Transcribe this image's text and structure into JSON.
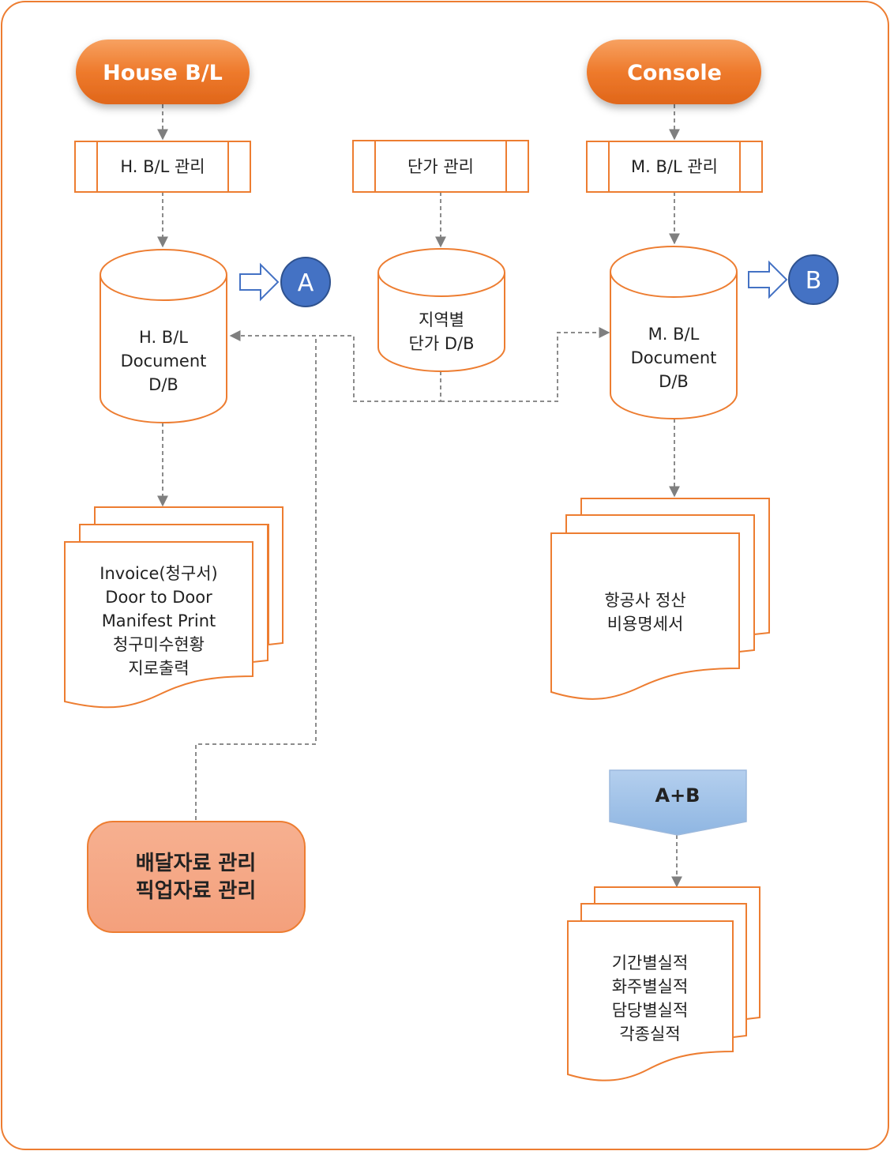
{
  "start_nodes": {
    "house_bl": "House B/L",
    "console": "Console"
  },
  "processes": {
    "hbl_manage": "H. B/L 관리",
    "rate_manage": "단가 관리",
    "mbl_manage": "M. B/L 관리"
  },
  "databases": {
    "hbl_db": [
      "H. B/L",
      "Document",
      "D/B"
    ],
    "rate_db": [
      "지역별",
      "단가 D/B"
    ],
    "mbl_db": [
      "M. B/L",
      "Document",
      "D/B"
    ]
  },
  "connectors": {
    "a": "A",
    "b": "B"
  },
  "documents": {
    "hbl_outputs": [
      "Invoice(청구서)",
      "Door to Door",
      "Manifest Print",
      "청구미수현황",
      "지로출력"
    ],
    "mbl_outputs": [
      "항공사 정산",
      "비용명세서"
    ],
    "ab_outputs": [
      "기간별실적",
      "화주별실적",
      "담당별실적",
      "각종실적"
    ]
  },
  "delivery_box": [
    "배달자료 관리",
    "픽업자료 관리"
  ],
  "combine_label": "A+B",
  "colors": {
    "orange": "#ed7d31",
    "blue_circle": "#4472c4",
    "arrow_gray": "#7f7f7f",
    "delivery_fill": "#f4a07c",
    "combine_fill": "#9dc3e6"
  }
}
